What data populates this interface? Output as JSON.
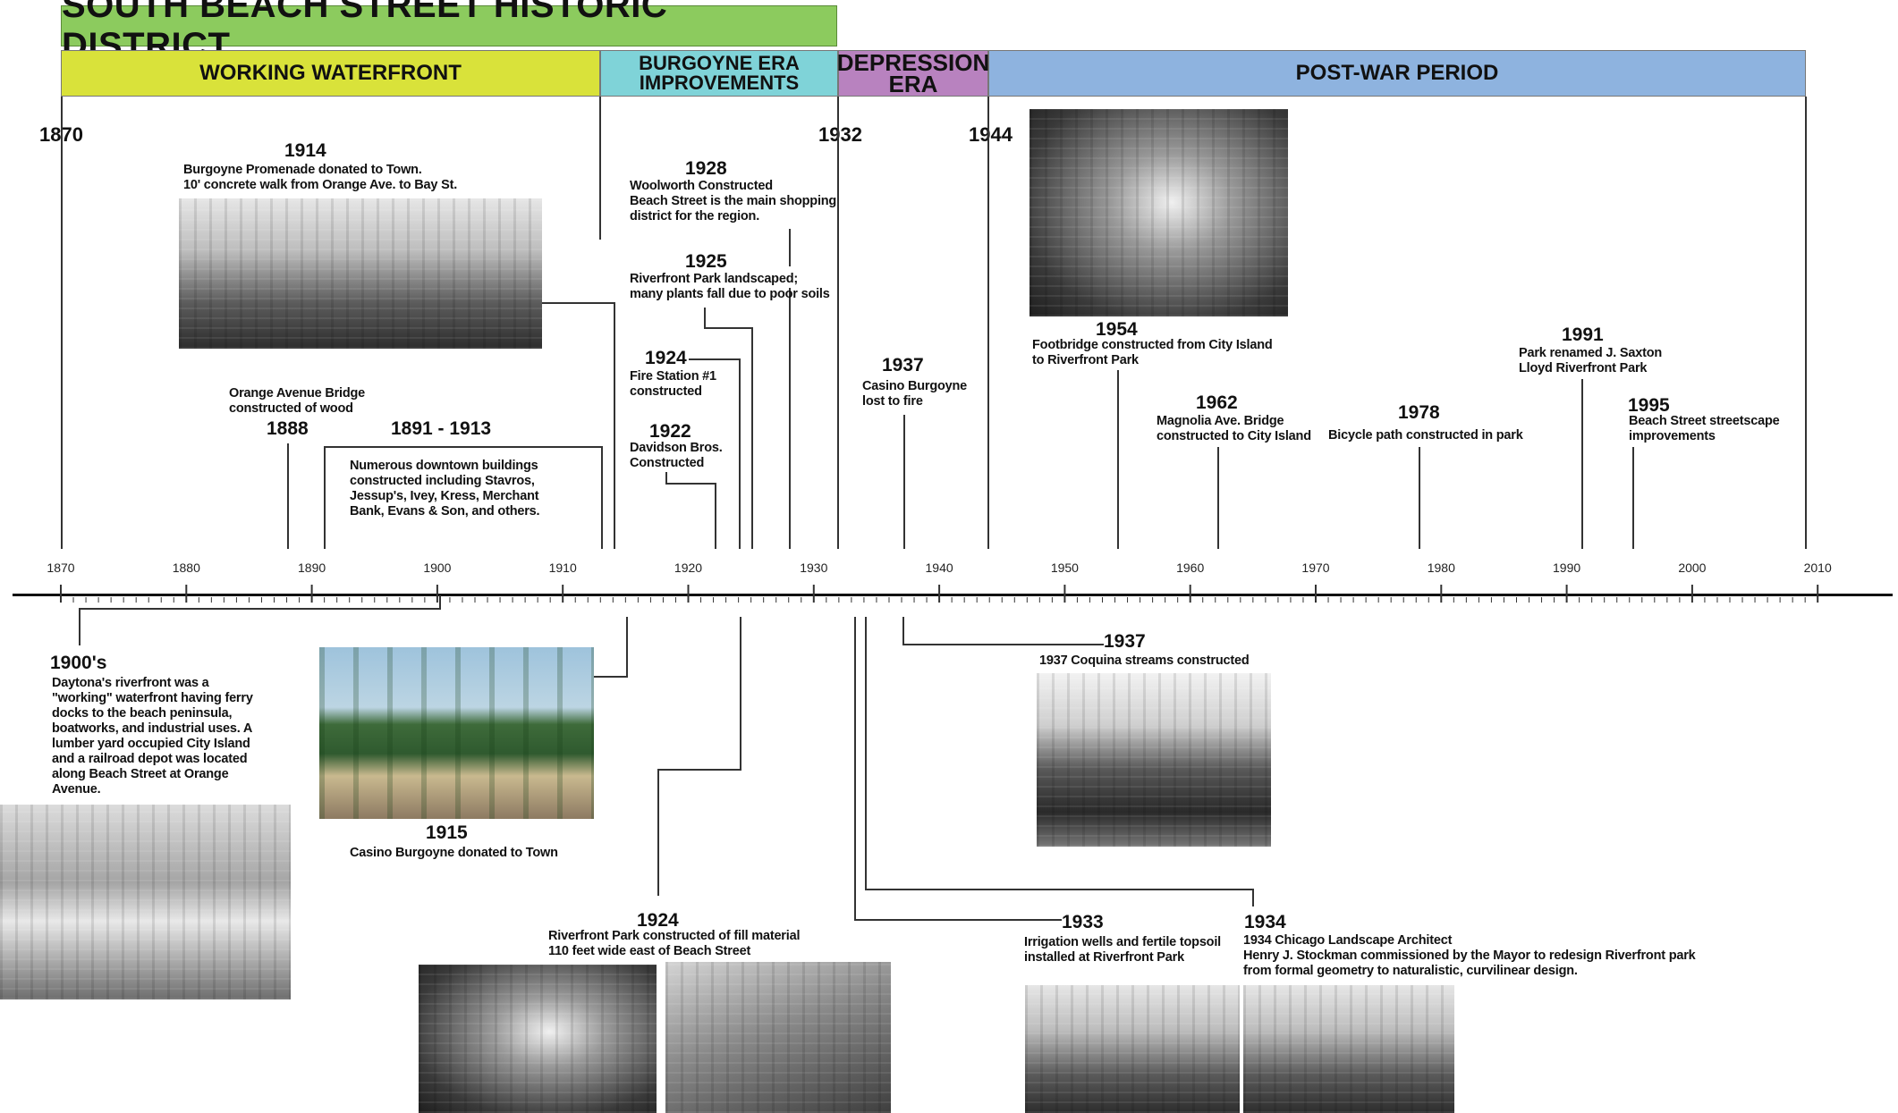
{
  "title": "SOUTH BEACH STREET HISTORIC DISTRICT",
  "eras": {
    "working": "WORKING WATERFRONT",
    "burgoyne_l1": "BURGOYNE ERA",
    "burgoyne_l2": "IMPROVEMENTS",
    "depression_l1": "DEPRESSION",
    "depression_l2": "ERA",
    "postwar": "POST-WAR PERIOD"
  },
  "boundaries": [
    "1870",
    "1932",
    "1944"
  ],
  "axis_ticks": [
    "1870",
    "1880",
    "1890",
    "1900",
    "1910",
    "1920",
    "1930",
    "1940",
    "1950",
    "1960",
    "1970",
    "1980",
    "1990",
    "2000",
    "2010"
  ],
  "events": {
    "e1914": {
      "year": "1914",
      "l1": "Burgoyne Promenade donated to Town.",
      "l2": "10' concrete walk from Orange Ave. to Bay St."
    },
    "e1928": {
      "year": "1928",
      "l1": "Woolworth Constructed",
      "l2": "Beach Street is the main shopping",
      "l3": "district for the region."
    },
    "e1925": {
      "year": "1925",
      "l1": "Riverfront Park landscaped;",
      "l2": "many plants fall due to poor soils"
    },
    "e1924a": {
      "year": "1924",
      "l1": "Fire Station #1",
      "l2": "constructed"
    },
    "e1922": {
      "year": "1922",
      "l1": "Davidson Bros.",
      "l2": "Constructed"
    },
    "e1888": {
      "year": "1888",
      "l1": "Orange Avenue Bridge",
      "l2": "constructed of wood"
    },
    "e1891": {
      "year": "1891 - 1913",
      "l1": "Numerous downtown buildings",
      "l2": "constructed including Stavros,",
      "l3": "Jessup's, Ivey, Kress, Merchant",
      "l4": "Bank, Evans & Son, and others."
    },
    "e1937a": {
      "year": "1937",
      "l1": "Casino Burgoyne",
      "l2": "lost to fire"
    },
    "e1954": {
      "year": "1954",
      "l1": "Footbridge constructed from City Island",
      "l2": "to Riverfront Park"
    },
    "e1962": {
      "year": "1962",
      "l1": "Magnolia Ave. Bridge",
      "l2": "constructed to City Island"
    },
    "e1978": {
      "year": "1978",
      "l1": "Bicycle path constructed in park"
    },
    "e1991": {
      "year": "1991",
      "l1": "Park renamed J. Saxton",
      "l2": "Lloyd Riverfront Park"
    },
    "e1995": {
      "year": "1995",
      "l1": "Beach Street streetscape",
      "l2": "improvements"
    },
    "e1900s": {
      "year": "1900's",
      "l1": "Daytona's riverfront was a",
      "l2": "\"working\" waterfront having ferry",
      "l3": "docks to the beach peninsula,",
      "l4": "boatworks, and industrial uses. A",
      "l5": "lumber yard occupied City Island",
      "l6": "and a railroad depot was located",
      "l7": "along Beach Street at Orange",
      "l8": "Avenue."
    },
    "e1915": {
      "year": "1915",
      "l1": "Casino Burgoyne donated to Town"
    },
    "e1924b": {
      "year": "1924",
      "l1": "Riverfront Park constructed of fill material",
      "l2": "110 feet wide east of Beach Street"
    },
    "e1937b": {
      "year": "1937",
      "l1": "1937 Coquina streams constructed"
    },
    "e1933": {
      "year": "1933",
      "l1": "Irrigation wells and fertile topsoil",
      "l2": "installed at Riverfront Park"
    },
    "e1934": {
      "year": "1934",
      "l1": "1934 Chicago Landscape Architect",
      "l2": "Henry J. Stockman commissioned by the Mayor to redesign Riverfront park",
      "l3": "from formal geometry to naturalistic, curvilinear design."
    }
  }
}
